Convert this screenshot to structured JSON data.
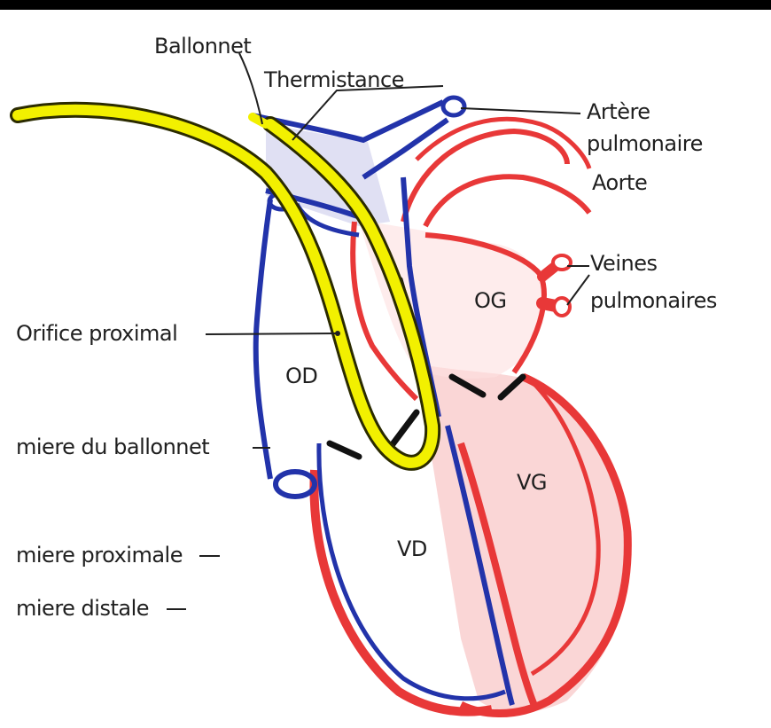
{
  "labels": {
    "ballonnet": "Ballonnet",
    "thermistance": "Thermistance",
    "artere_pulmonaire_1": "Artère",
    "artere_pulmonaire_2": "pulmonaire",
    "aorte": "Aorte",
    "veines_pulmonaires_1": "Veines",
    "veines_pulmonaires_2": "pulmonaires",
    "og": "OG",
    "od": "OD",
    "vg": "VG",
    "vd": "VD",
    "orifice_proximal": "Orifice proximal",
    "lumiere_ballonnet": "miere du ballonnet",
    "lumiere_proximale": "miere proximale",
    "lumiere_distale": "miere distale"
  },
  "colors": {
    "blue": "#2233aa",
    "red": "#e83838",
    "yellow": "#f2f000",
    "pink": "#f3a8a8",
    "lavender": "#d8d8f0",
    "ink": "#1f1f1f"
  }
}
